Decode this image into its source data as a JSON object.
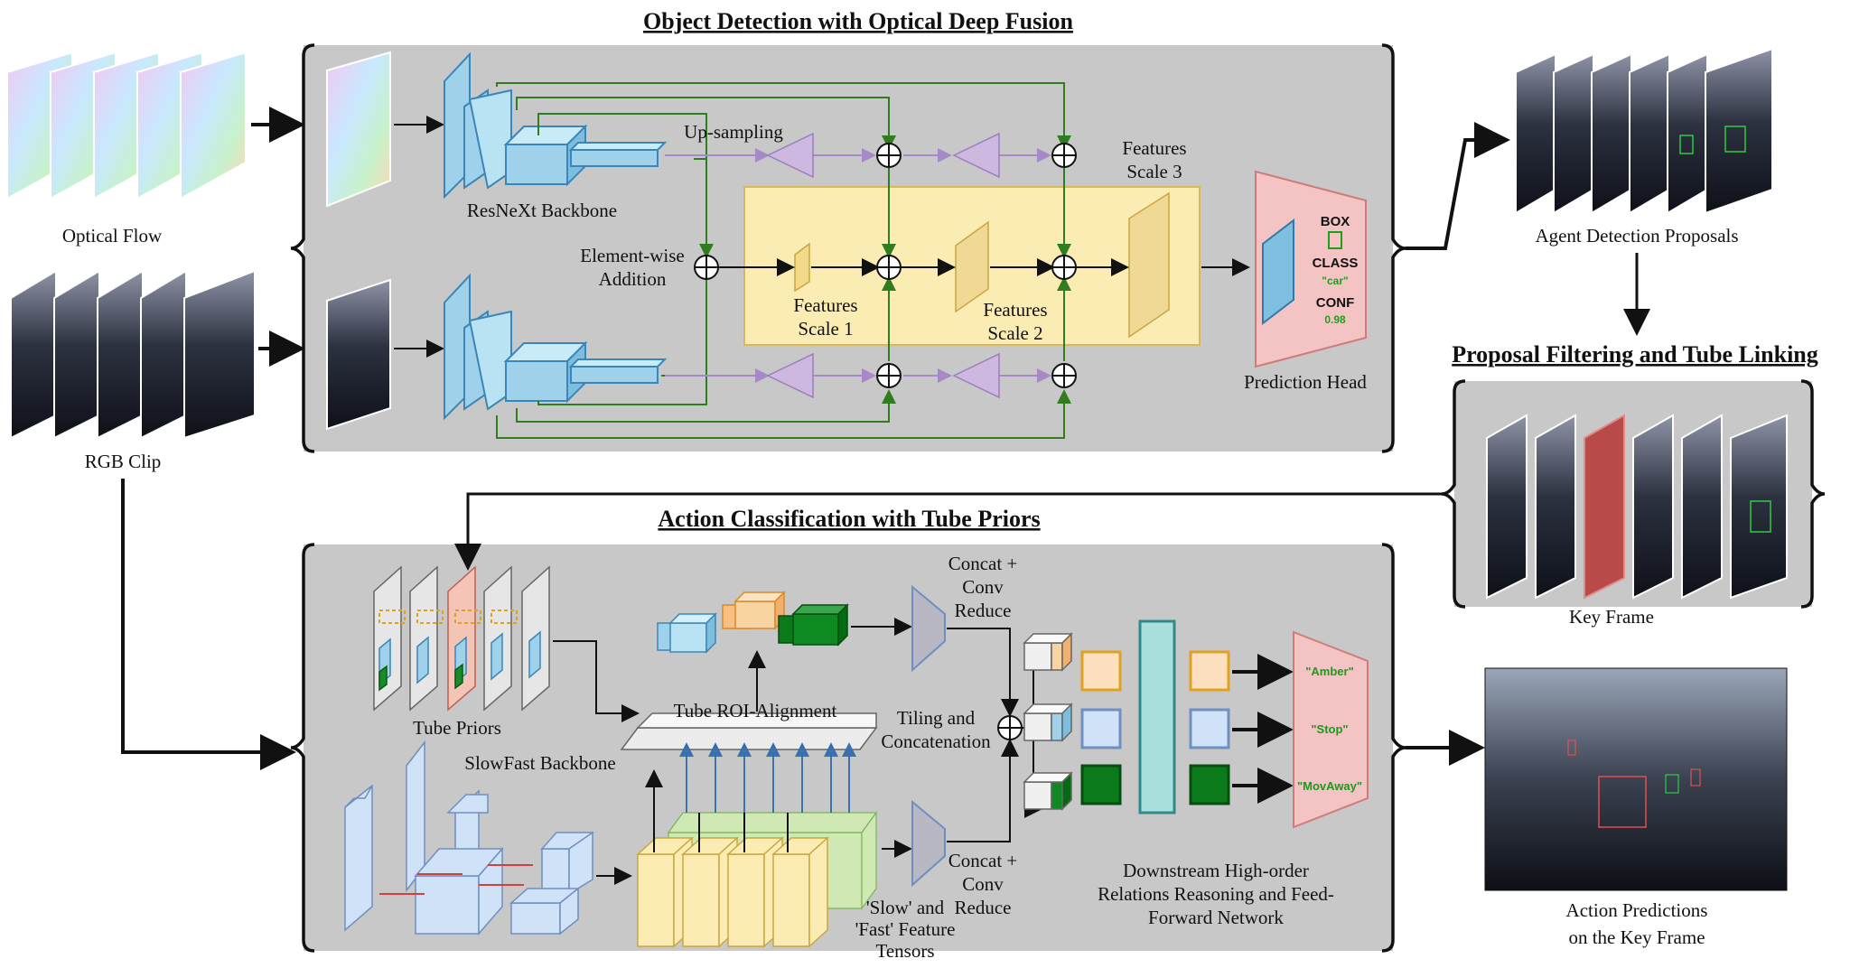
{
  "titles": {
    "detection": "Object Detection with Optical Deep Fusion",
    "filtering": "Proposal Filtering and Tube Linking",
    "action": "Action Classification with Tube Priors"
  },
  "labels": {
    "optical_flow": "Optical Flow",
    "rgb_clip": "RGB Clip",
    "backbone": "ResNeXt Backbone",
    "upsampling": "Up-sampling",
    "element_wise_1": "Element-wise",
    "element_wise_2": "Addition",
    "fs1_1": "Features",
    "fs1_2": "Scale 1",
    "fs2_1": "Features",
    "fs2_2": "Scale 2",
    "fs3_1": "Features",
    "fs3_2": "Scale 3",
    "prediction_head": "Prediction Head",
    "head_box": "BOX",
    "head_class": "CLASS",
    "head_car": "\"car\"",
    "head_conf": "CONF",
    "head_conf_val": "0.98",
    "agent_proposals": "Agent Detection Proposals",
    "key_frame": "Key Frame",
    "tube_priors": "Tube Priors",
    "slowfast": "SlowFast Backbone",
    "roi_align": "Tube ROI-Alignment",
    "concat_top_1": "Concat +",
    "concat_top_2": "Conv",
    "concat_top_3": "Reduce",
    "concat_bot_1": "Concat +",
    "concat_bot_2": "Conv",
    "concat_bot_3": "Reduce",
    "tiling_1": "Tiling and",
    "tiling_2": "Concatenation",
    "slow_fast_1": "'Slow' and",
    "slow_fast_2": "'Fast' Feature",
    "slow_fast_3": "Tensors",
    "downstream_1": "Downstream High-order",
    "downstream_2": "Relations Reasoning and Feed-",
    "downstream_3": "Forward Network",
    "out_amber": "\"Amber\"",
    "out_stop": "\"Stop\"",
    "out_movaway": "\"MovAway\"",
    "action_pred_1": "Action Predictions",
    "action_pred_2": "on the Key Frame"
  },
  "colors": {
    "panel": "#c8c8c8",
    "backbone_blue": "#9fd2ea",
    "feature_yellow": "#fbecb4",
    "head_pink": "#f4c4c4",
    "arrow_green": "#2f7d1f",
    "arrow_purple": "#a58ac7",
    "teal": "#a9e0de",
    "orange_box": "#fde0c0",
    "green_box": "#0b7a1a",
    "blue_box": "#cfe2f8"
  }
}
